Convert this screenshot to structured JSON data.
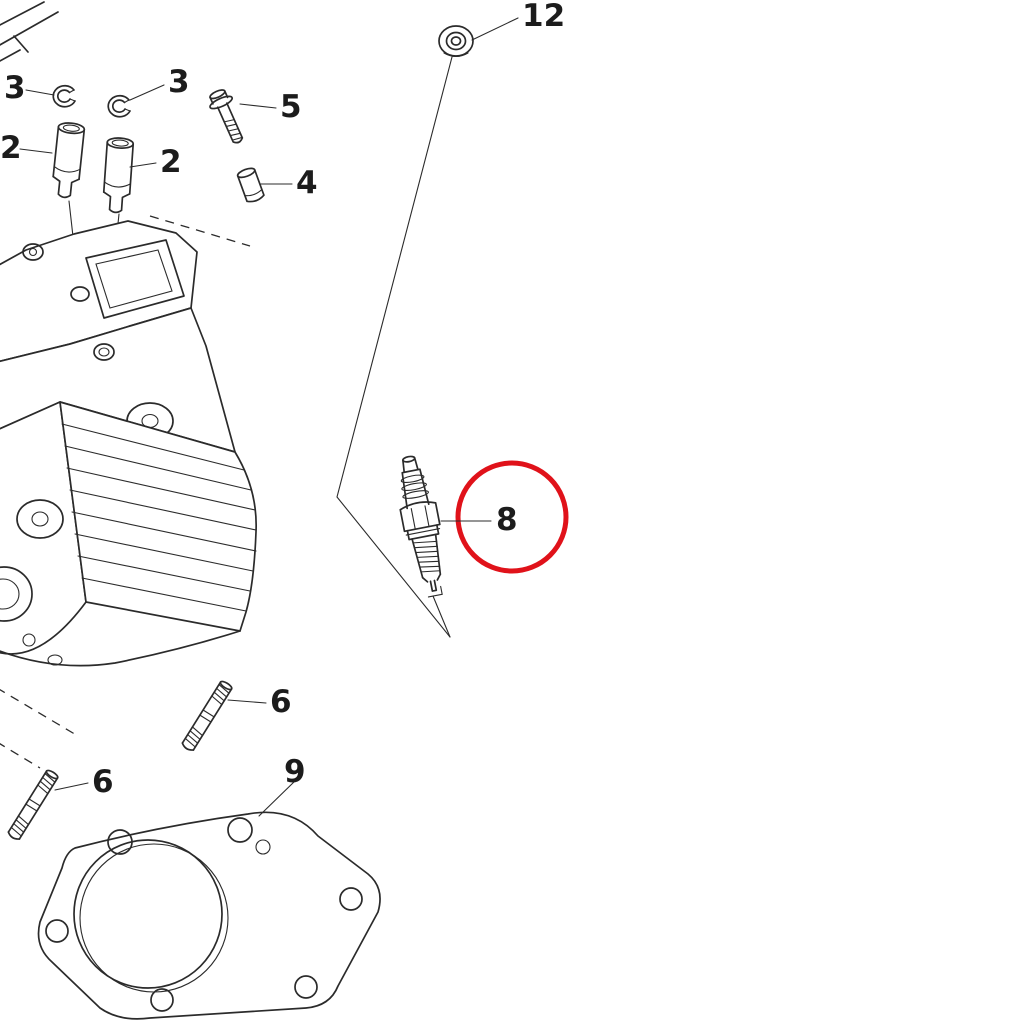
{
  "colors": {
    "line": "#2b2b2b",
    "label": "#1c1c1c",
    "highlight": "#e0121a",
    "background": "#ffffff"
  },
  "diagram_type": "exploded-parts-diagram",
  "callouts": [
    {
      "label": "12",
      "part": "rubber-grommet-seal"
    },
    {
      "label": "3",
      "part": "circlip-left"
    },
    {
      "label": "3",
      "part": "circlip-right"
    },
    {
      "label": "2",
      "part": "valve-lifter-left"
    },
    {
      "label": "2",
      "part": "valve-lifter-right"
    },
    {
      "label": "5",
      "part": "flange-bolt"
    },
    {
      "label": "4",
      "part": "dowel-pin"
    },
    {
      "label": "8",
      "part": "spark-plug",
      "highlighted": true
    },
    {
      "label": "6",
      "part": "stud-bolt-upper"
    },
    {
      "label": "6",
      "part": "stud-bolt-lower"
    },
    {
      "label": "9",
      "part": "cylinder-head-gasket"
    }
  ]
}
